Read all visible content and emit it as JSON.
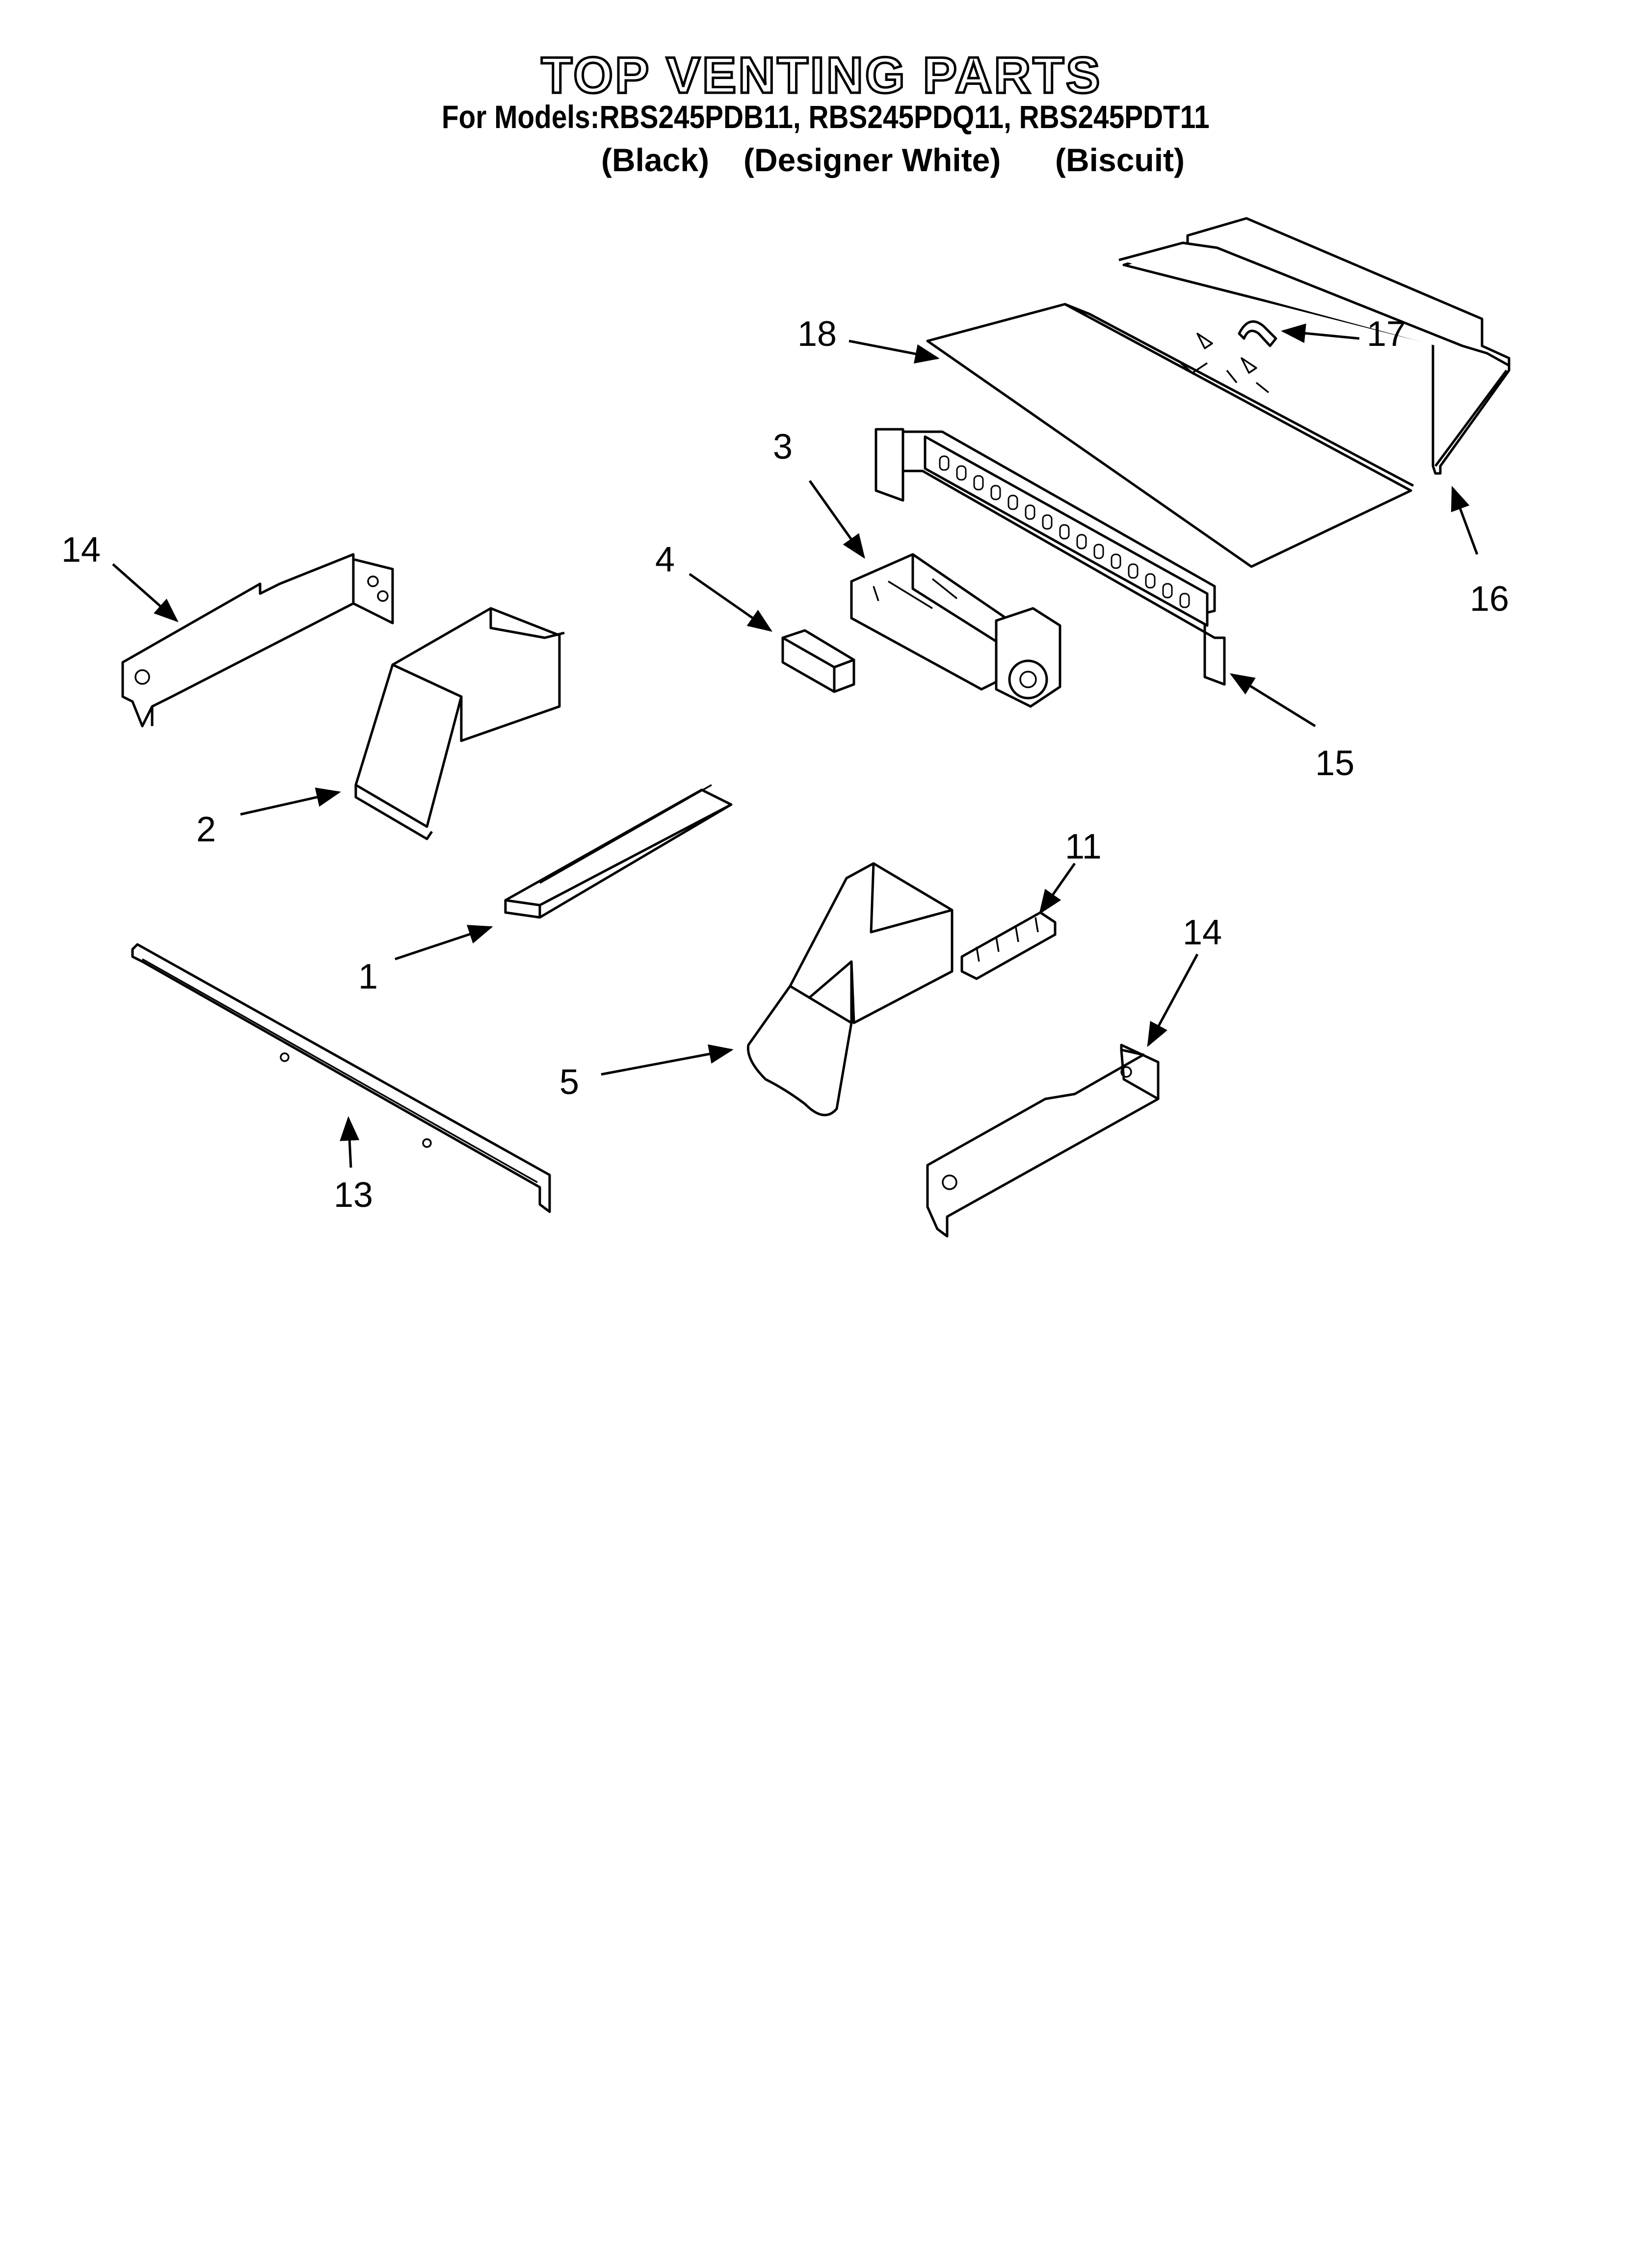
{
  "header": {
    "title": "TOP VENTING PARTS",
    "models_line": "For Models:RBS245PDB11, RBS245PDQ11, RBS245PDT11",
    "color_black": "(Black)",
    "color_white": "(Designer White)",
    "color_biscuit": "(Biscuit)"
  },
  "callouts": {
    "c1": "1",
    "c2": "2",
    "c3": "3",
    "c4": "4",
    "c5": "5",
    "c11": "11",
    "c13": "13",
    "c14_left": "14",
    "c14_right": "14",
    "c15": "15",
    "c16": "16",
    "c17": "17",
    "c18": "18"
  }
}
